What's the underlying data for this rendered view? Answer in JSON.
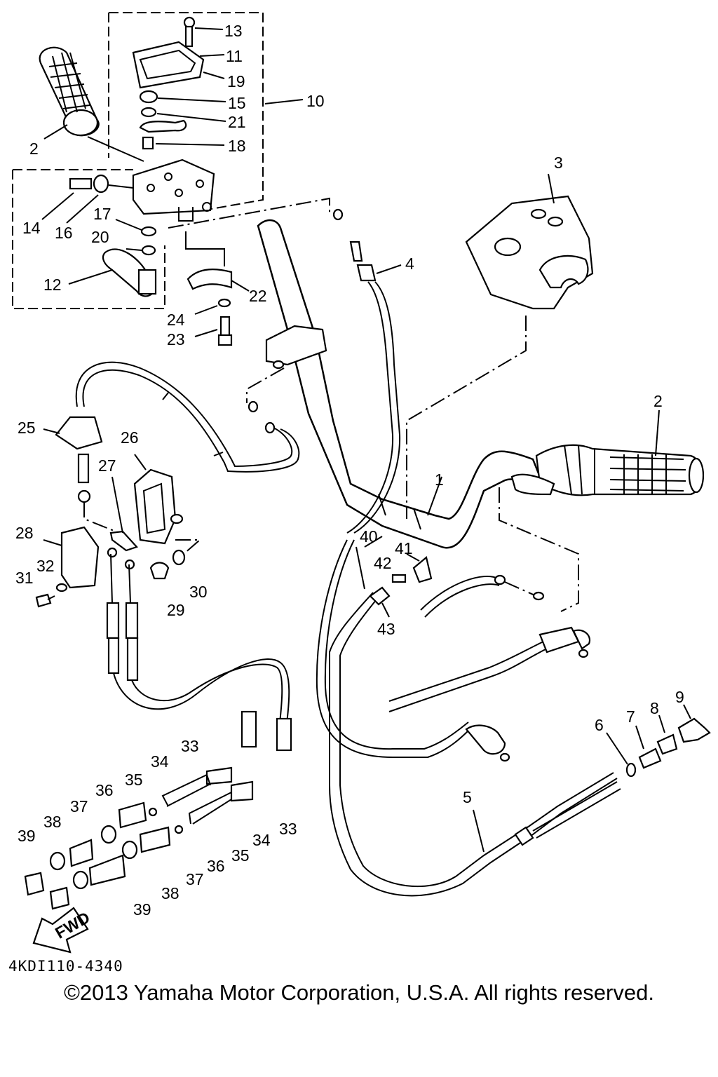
{
  "diagram": {
    "part_code": "4KDI110-4340",
    "copyright": "©2013 Yamaha Motor Corporation, U.S.A. All rights reserved.",
    "fwd_label": "FWD",
    "callouts": [
      {
        "id": "c1",
        "label": "1"
      },
      {
        "id": "c2a",
        "label": "2"
      },
      {
        "id": "c2b",
        "label": "2"
      },
      {
        "id": "c3",
        "label": "3"
      },
      {
        "id": "c4",
        "label": "4"
      },
      {
        "id": "c5",
        "label": "5"
      },
      {
        "id": "c6",
        "label": "6"
      },
      {
        "id": "c7",
        "label": "7"
      },
      {
        "id": "c8",
        "label": "8"
      },
      {
        "id": "c9",
        "label": "9"
      },
      {
        "id": "c10",
        "label": "10"
      },
      {
        "id": "c11",
        "label": "11"
      },
      {
        "id": "c12",
        "label": "12"
      },
      {
        "id": "c13",
        "label": "13"
      },
      {
        "id": "c14",
        "label": "14"
      },
      {
        "id": "c15",
        "label": "15"
      },
      {
        "id": "c16",
        "label": "16"
      },
      {
        "id": "c17",
        "label": "17"
      },
      {
        "id": "c18",
        "label": "18"
      },
      {
        "id": "c19",
        "label": "19"
      },
      {
        "id": "c20",
        "label": "20"
      },
      {
        "id": "c21",
        "label": "21"
      },
      {
        "id": "c22",
        "label": "22"
      },
      {
        "id": "c23",
        "label": "23"
      },
      {
        "id": "c24",
        "label": "24"
      },
      {
        "id": "c25",
        "label": "25"
      },
      {
        "id": "c26",
        "label": "26"
      },
      {
        "id": "c27",
        "label": "27"
      },
      {
        "id": "c28",
        "label": "28"
      },
      {
        "id": "c29",
        "label": "29"
      },
      {
        "id": "c30",
        "label": "30"
      },
      {
        "id": "c31",
        "label": "31"
      },
      {
        "id": "c32",
        "label": "32"
      },
      {
        "id": "c33a",
        "label": "33"
      },
      {
        "id": "c33b",
        "label": "33"
      },
      {
        "id": "c34a",
        "label": "34"
      },
      {
        "id": "c34b",
        "label": "34"
      },
      {
        "id": "c35a",
        "label": "35"
      },
      {
        "id": "c35b",
        "label": "35"
      },
      {
        "id": "c36a",
        "label": "36"
      },
      {
        "id": "c36b",
        "label": "36"
      },
      {
        "id": "c37a",
        "label": "37"
      },
      {
        "id": "c37b",
        "label": "37"
      },
      {
        "id": "c38a",
        "label": "38"
      },
      {
        "id": "c38b",
        "label": "38"
      },
      {
        "id": "c39a",
        "label": "39"
      },
      {
        "id": "c39b",
        "label": "39"
      },
      {
        "id": "c40",
        "label": "40"
      },
      {
        "id": "c41",
        "label": "41"
      },
      {
        "id": "c42",
        "label": "42"
      },
      {
        "id": "c43",
        "label": "43"
      }
    ]
  }
}
